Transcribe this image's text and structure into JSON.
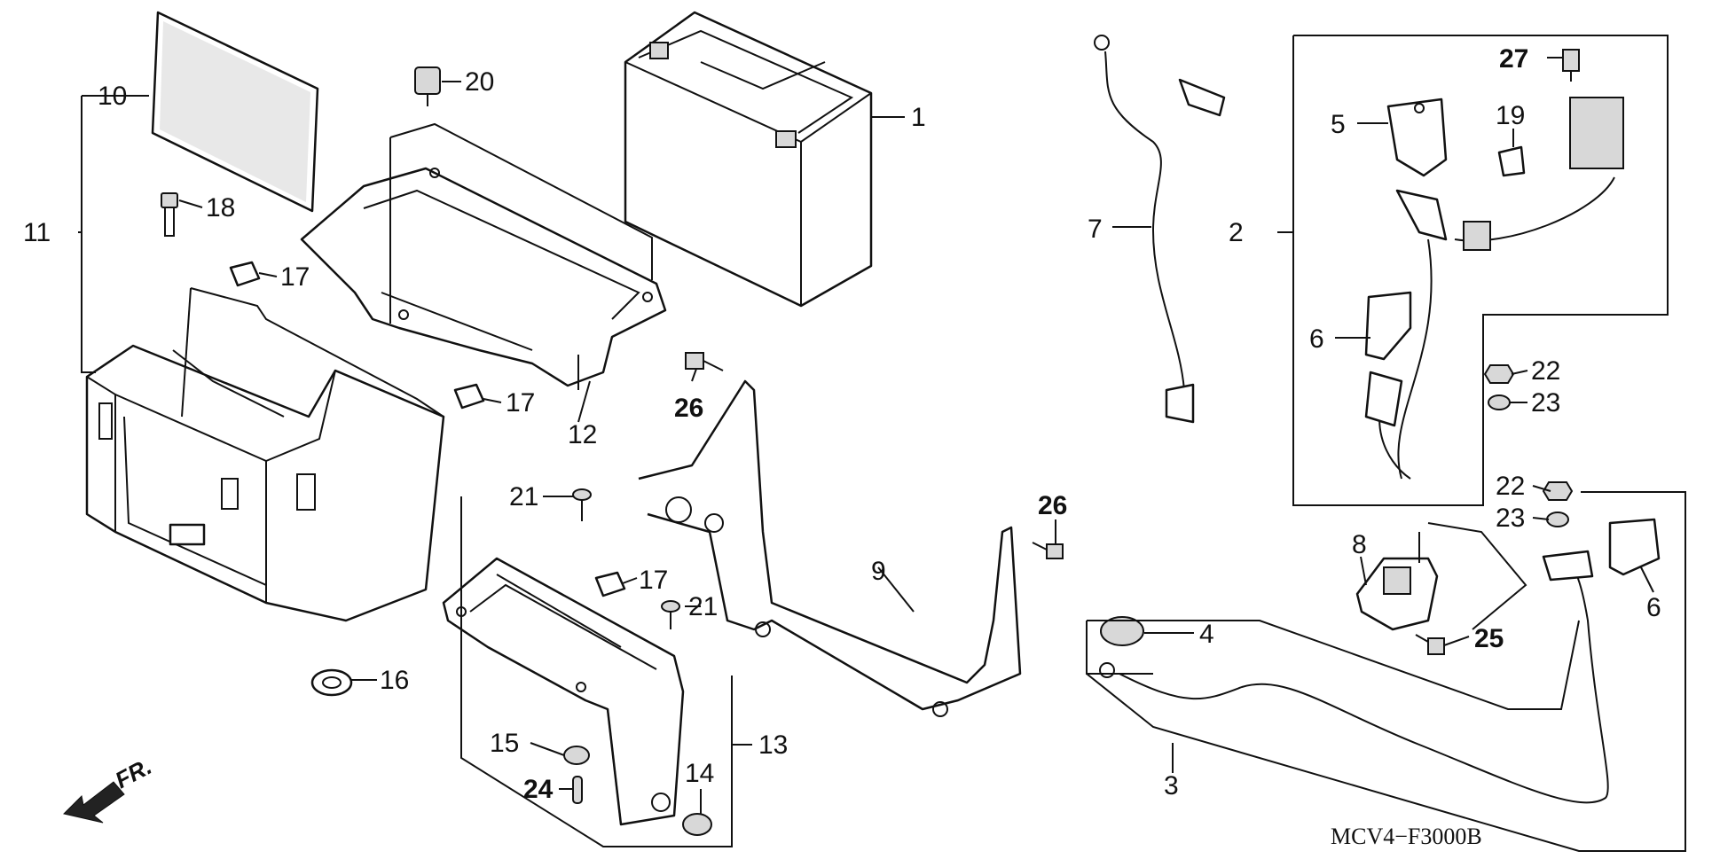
{
  "diagram": {
    "code": "MCV4−F3000B",
    "direction_label": "FR.",
    "callouts": [
      {
        "id": "c1",
        "text": "1"
      },
      {
        "id": "c2",
        "text": "2"
      },
      {
        "id": "c3",
        "text": "3"
      },
      {
        "id": "c4",
        "text": "4"
      },
      {
        "id": "c5",
        "text": "5"
      },
      {
        "id": "c6a",
        "text": "6"
      },
      {
        "id": "c6b",
        "text": "6"
      },
      {
        "id": "c7",
        "text": "7"
      },
      {
        "id": "c8",
        "text": "8"
      },
      {
        "id": "c9",
        "text": "9"
      },
      {
        "id": "c10",
        "text": "10"
      },
      {
        "id": "c11",
        "text": "11"
      },
      {
        "id": "c12",
        "text": "12"
      },
      {
        "id": "c13",
        "text": "13"
      },
      {
        "id": "c14",
        "text": "14"
      },
      {
        "id": "c15",
        "text": "15"
      },
      {
        "id": "c16",
        "text": "16"
      },
      {
        "id": "c17a",
        "text": "17"
      },
      {
        "id": "c17b",
        "text": "17"
      },
      {
        "id": "c17c",
        "text": "17"
      },
      {
        "id": "c18",
        "text": "18"
      },
      {
        "id": "c19",
        "text": "19"
      },
      {
        "id": "c20",
        "text": "20"
      },
      {
        "id": "c21a",
        "text": "21"
      },
      {
        "id": "c21b",
        "text": "21"
      },
      {
        "id": "c22a",
        "text": "22"
      },
      {
        "id": "c22b",
        "text": "22"
      },
      {
        "id": "c23a",
        "text": "23"
      },
      {
        "id": "c23b",
        "text": "23"
      },
      {
        "id": "c24",
        "text": "24"
      },
      {
        "id": "c25",
        "text": "25"
      },
      {
        "id": "c26a",
        "text": "26"
      },
      {
        "id": "c26b",
        "text": "26"
      },
      {
        "id": "c27",
        "text": "27"
      }
    ]
  }
}
